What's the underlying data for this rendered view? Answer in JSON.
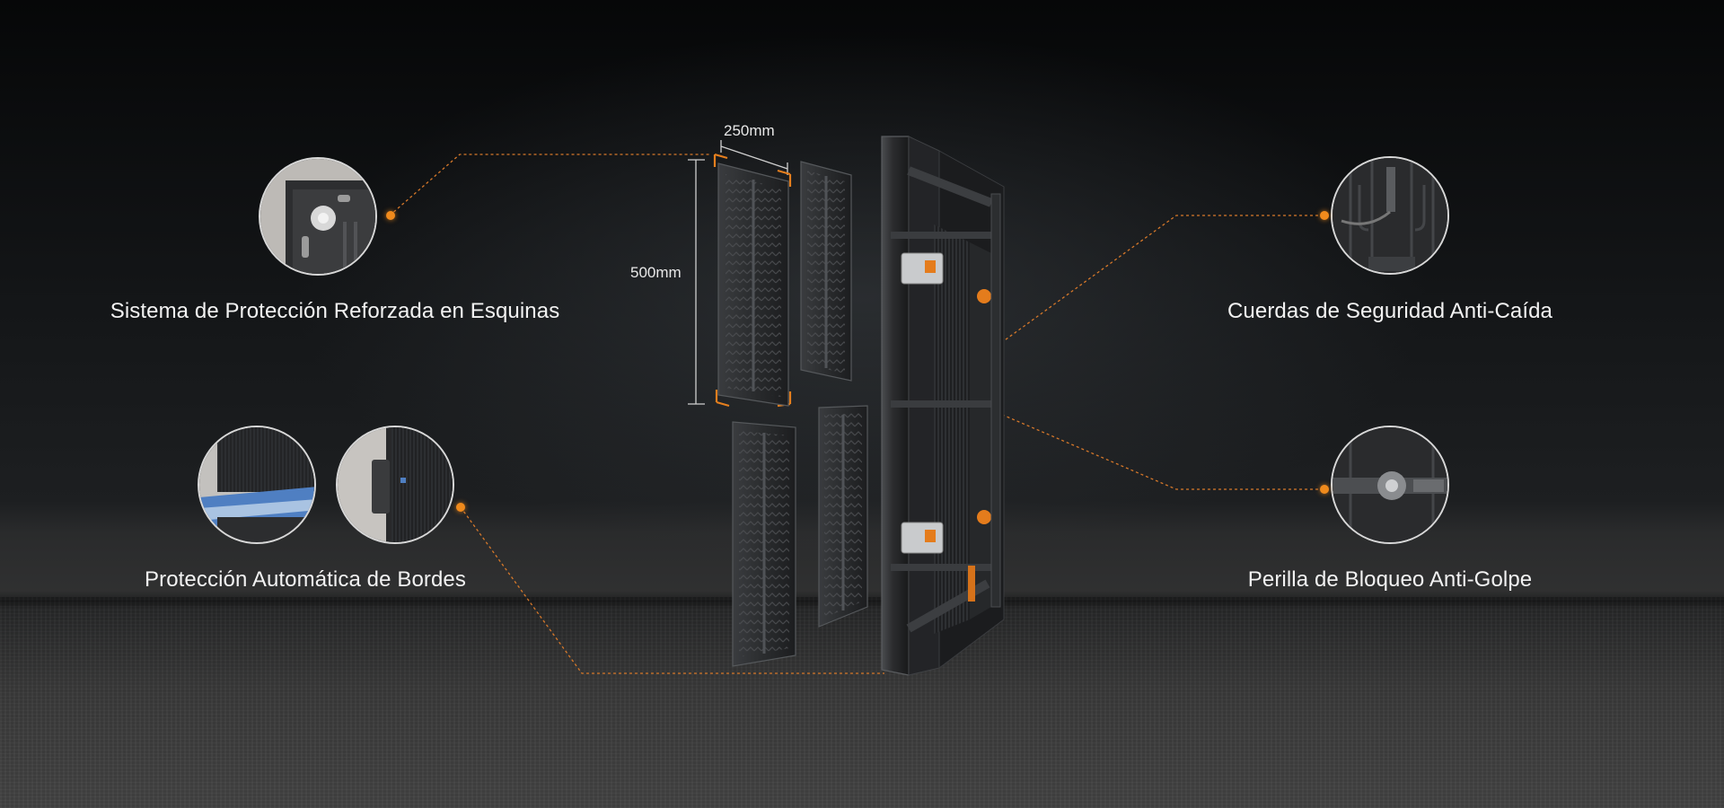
{
  "features": {
    "corner_protection": "Sistema de Protección Reforzada en Esquinas",
    "auto_edge_protection": "Protección Automática de Bordes",
    "safety_ropes": "Cuerdas de Seguridad Anti-Caída",
    "lock_knob": "Perilla de Bloqueo Anti-Golpe"
  },
  "dimensions": {
    "width": "250mm",
    "height": "500mm"
  },
  "colors": {
    "accent": "#f08a1c",
    "background": "#0e0f10",
    "text": "#f2f2f2"
  },
  "icons": [
    "corner-detail-thumbnail",
    "edge-detail-thumbnail",
    "rope-detail-thumbnail",
    "lock-knob-thumbnail"
  ]
}
